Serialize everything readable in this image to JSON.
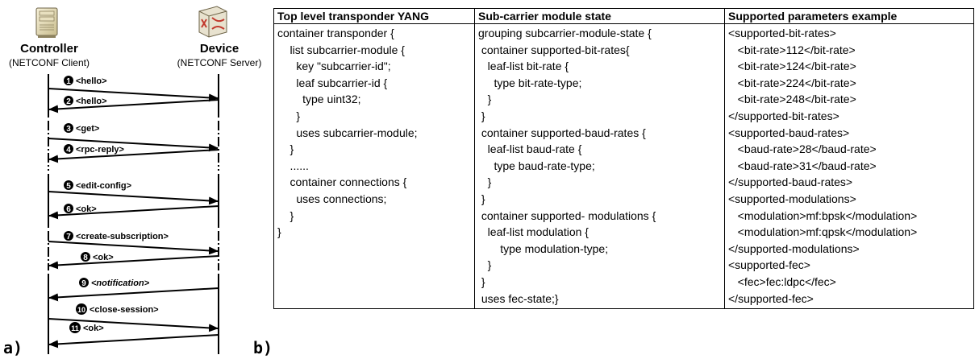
{
  "panel_a": {
    "label": "a)",
    "controller": {
      "title": "Controller",
      "subtitle": "(NETCONF Client)"
    },
    "device": {
      "title": "Device",
      "subtitle": "(NETCONF Server)"
    },
    "messages": [
      {
        "n": "1",
        "label": "<hello>",
        "direction": "to-device"
      },
      {
        "n": "2",
        "label": "<hello>",
        "direction": "to-controller"
      },
      {
        "n": "3",
        "label": "<get>",
        "direction": "to-device"
      },
      {
        "n": "4",
        "label": "<rpc-reply>",
        "direction": "to-controller"
      },
      {
        "n": "5",
        "label": "<edit-config>",
        "direction": "to-device"
      },
      {
        "n": "6",
        "label": "<ok>",
        "direction": "to-controller"
      },
      {
        "n": "7",
        "label": "<create-subscription>",
        "direction": "to-device"
      },
      {
        "n": "8",
        "label": "<ok>",
        "direction": "to-controller"
      },
      {
        "n": "9",
        "label": "<notification>",
        "direction": "to-controller"
      },
      {
        "n": "10",
        "label": "<close-session>",
        "direction": "to-device"
      },
      {
        "n": "11",
        "label": "<ok>",
        "direction": "to-controller"
      }
    ]
  },
  "panel_b": {
    "label": "b)",
    "headers": [
      "Top level transponder YANG",
      "Sub-carrier module state",
      "Supported parameters example"
    ],
    "columns": [
      [
        "container transponder {",
        "    list subcarrier-module {",
        "      key \"subcarrier-id\";",
        "      leaf subcarrier-id {",
        "        type uint32;",
        "      }",
        "      uses subcarrier-module;",
        "    }",
        "    ......",
        "    container connections {",
        "      uses connections;",
        "    }",
        "}"
      ],
      [
        "grouping subcarrier-module-state {",
        " container supported-bit-rates{",
        "   leaf-list bit-rate {",
        "     type bit-rate-type;",
        "   }",
        " }",
        " container supported-baud-rates {",
        "   leaf-list baud-rate {",
        "     type baud-rate-type;",
        "   }",
        " }",
        " container supported- modulations {",
        "   leaf-list modulation {",
        "       type modulation-type;",
        "   }",
        " }",
        " uses fec-state;}"
      ],
      [
        "<supported-bit-rates>",
        "   <bit-rate>112</bit-rate>",
        "   <bit-rate>124</bit-rate>",
        "   <bit-rate>224</bit-rate>",
        "   <bit-rate>248</bit-rate>",
        "</supported-bit-rates>",
        "<supported-baud-rates>",
        "   <baud-rate>28</baud-rate>",
        "   <baud-rate>31</baud-rate>",
        "</supported-baud-rates>",
        "<supported-modulations>",
        "   <modulation>mf:bpsk</modulation>",
        "   <modulation>mf:qpsk</modulation>",
        "</supported-modulations>",
        "<supported-fec>",
        "   <fec>fec:ldpc</fec>",
        "</supported-fec>"
      ]
    ]
  }
}
